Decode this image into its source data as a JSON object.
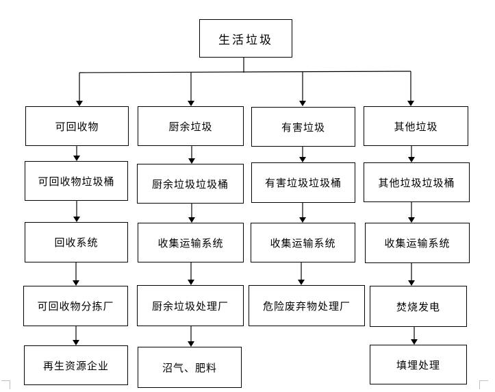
{
  "root": {
    "label": "生活垃圾"
  },
  "columns": [
    {
      "steps": [
        "可回收物",
        "可回收物垃圾桶",
        "回收系统",
        "可回收物分拣厂",
        "再生资源企业"
      ]
    },
    {
      "steps": [
        "厨余垃圾",
        "厨余垃圾垃圾桶",
        "收集运输系统",
        "厨余垃圾处理厂",
        "沼气、肥料"
      ]
    },
    {
      "steps": [
        "有害垃圾",
        "有害垃圾垃圾桶",
        "收集运输系统",
        "危险废弃物处理厂"
      ]
    },
    {
      "steps": [
        "其他垃圾",
        "其他垃圾垃圾桶",
        "收集运输系统",
        "焚烧发电",
        "填埋处理"
      ]
    }
  ]
}
